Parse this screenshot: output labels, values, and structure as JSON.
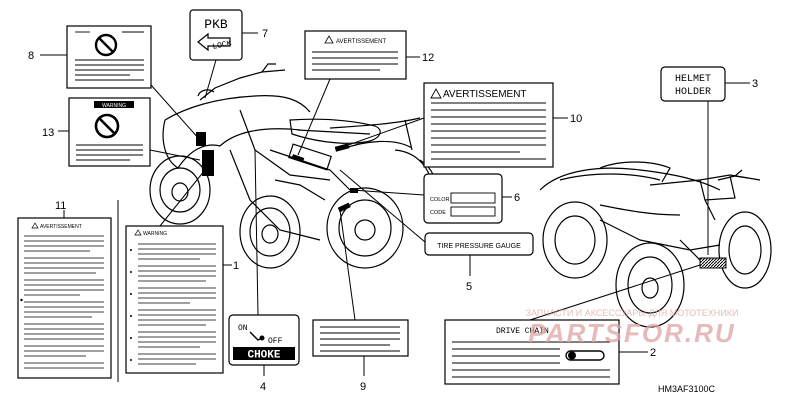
{
  "callouts": {
    "c1": "1",
    "c2": "2",
    "c3": "3",
    "c4": "4",
    "c5": "5",
    "c6": "6",
    "c7": "7",
    "c8": "8",
    "c9": "9",
    "c10": "10",
    "c11": "11",
    "c12": "12",
    "c13": "13"
  },
  "labels": {
    "pkb": "PKB",
    "lock": "LOCK",
    "helmet_line1": "HELMET",
    "helmet_line2": "HOLDER",
    "avertissement_12": "AVERTISSEMENT",
    "avertissement_10": "AVERTISSEMENT",
    "avertissement_11": "AVERTISSEMENT",
    "warning_13": "WARNING",
    "warning_1": "WARNING",
    "color": "COLOR",
    "code": "CODE",
    "tire_pressure": "TIRE PRESSURE GAUGE",
    "on": "ON",
    "off": "OFF",
    "choke": "CHOKE",
    "drive_chain": "DRIVE CHAIN"
  },
  "watermark": {
    "line1": "ЗАПЧАСТИ И АКСЕССУАРЫ ДЛЯ МОТОТЕХНИКИ",
    "line2": "PARTSFOR.RU"
  },
  "diagram_code": "HM3AF3100C",
  "colors": {
    "ink": "#000000",
    "watermark_red": "#e0a4a4"
  }
}
